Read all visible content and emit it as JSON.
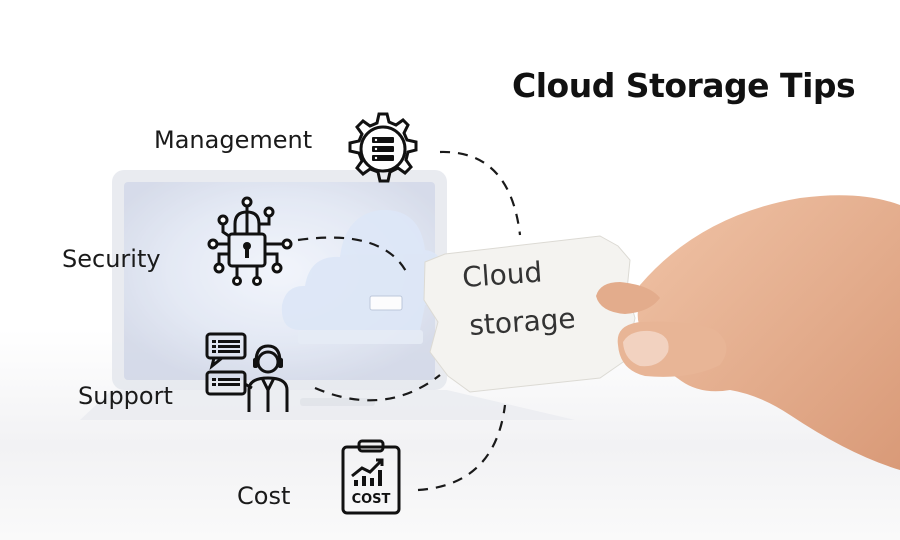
{
  "title": "Cloud Storage Tips",
  "tips": [
    {
      "label": "Management",
      "icon": "database-gear-icon"
    },
    {
      "label": "Security",
      "icon": "circuit-lock-icon"
    },
    {
      "label": "Support",
      "icon": "support-agent-icon"
    },
    {
      "label": "Cost",
      "icon": "cost-clipboard-icon"
    }
  ],
  "note_card": {
    "line1": "Cloud",
    "line2": "storage"
  },
  "cost_badge": "COST",
  "colors": {
    "text": "#111111",
    "dashes": "#1a1a1a",
    "laptop": "#e8eaf0",
    "cloud": "#d7e3f6",
    "skin": "#e6b496"
  }
}
